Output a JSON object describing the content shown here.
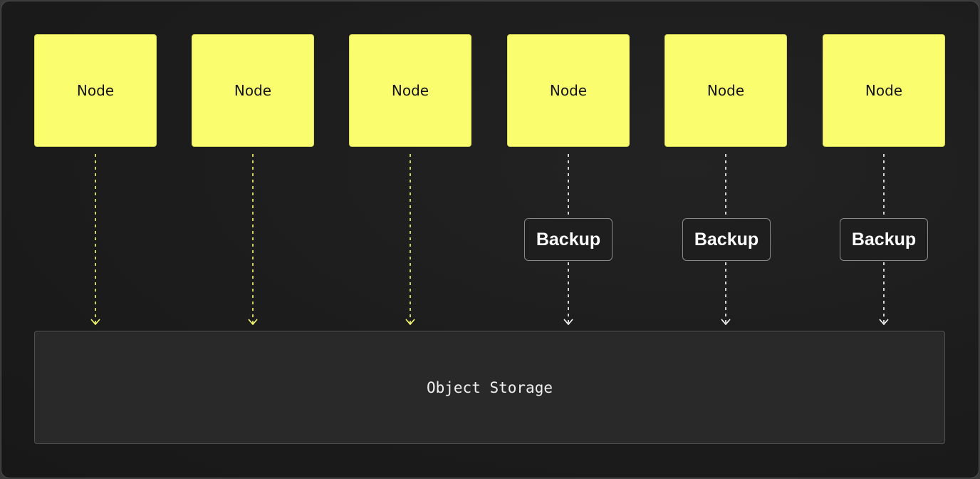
{
  "diagram": {
    "nodes": [
      {
        "label": "Node",
        "has_backup": false
      },
      {
        "label": "Node",
        "has_backup": false
      },
      {
        "label": "Node",
        "has_backup": false
      },
      {
        "label": "Node",
        "has_backup": true
      },
      {
        "label": "Node",
        "has_backup": true
      },
      {
        "label": "Node",
        "has_backup": true
      }
    ],
    "backups": [
      "Backup",
      "Backup",
      "Backup"
    ],
    "storage_label": "Object Storage",
    "colors": {
      "node_fill": "#fafe6e",
      "direct_arrow": "#fafe6e",
      "backup_arrow": "#ffffff",
      "background": "#1c1c1c",
      "storage_fill": "#292929"
    }
  }
}
